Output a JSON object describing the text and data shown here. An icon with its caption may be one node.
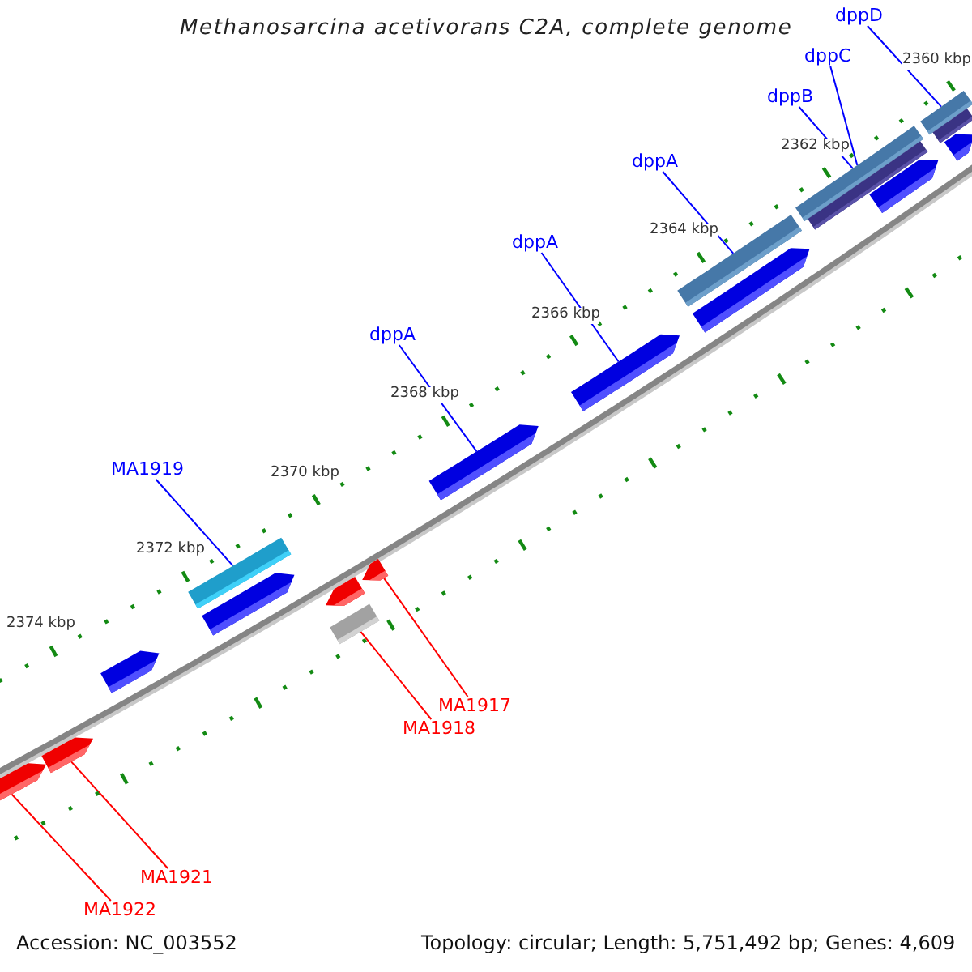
{
  "diagram": {
    "title": "Methanosarcina acetivorans C2A, complete genome",
    "nodes": [
      {
        "text": [
          "dppD"
        ]
      },
      {
        "text": [
          "dppC"
        ]
      },
      {
        "text": [
          "dppB"
        ]
      },
      {
        "text": [
          "dppA"
        ]
      },
      {
        "text": [
          "dppA"
        ]
      },
      {
        "text": [
          "dppA"
        ]
      },
      {
        "text": [
          "MA1919"
        ]
      },
      {
        "text": [
          "MA1917"
        ]
      },
      {
        "text": [
          "MA1918"
        ]
      },
      {
        "text": [
          "MA1921"
        ]
      },
      {
        "text": [
          "MA1922"
        ]
      },
      {
        "text": [],
        "shape": "arrow"
      },
      {
        "text": [],
        "shape": "arrow"
      },
      {
        "text": [],
        "shape": "arrow"
      },
      {
        "text": [],
        "shape": "bar"
      },
      {
        "text": [],
        "shape": "arrow"
      },
      {
        "text": [],
        "shape": "arrow"
      },
      {
        "text": [],
        "shape": "box"
      },
      {
        "text": [],
        "shape": "arrow"
      },
      {
        "text": [],
        "shape": "arrow"
      },
      {
        "text": [],
        "shape": "arrow"
      },
      {
        "text": [],
        "shape": "bar"
      },
      {
        "text": [],
        "shape": "arrow"
      },
      {
        "text": [],
        "shape": "bar"
      },
      {
        "text": [],
        "shape": "bar"
      },
      {
        "text": [],
        "shape": "arrow"
      },
      {
        "text": [],
        "shape": "bar"
      },
      {
        "text": [],
        "shape": "bar"
      },
      {
        "text": [],
        "shape": "arrow"
      }
    ],
    "edges": [
      {
        "from": 0,
        "to": 26,
        "arrow": "none"
      },
      {
        "from": 1,
        "to": 23,
        "arrow": "none"
      },
      {
        "from": 2,
        "to": 24,
        "arrow": "none"
      },
      {
        "from": 3,
        "to": 21,
        "arrow": "none"
      },
      {
        "from": 4,
        "to": 20,
        "arrow": "none"
      },
      {
        "from": 5,
        "to": 19,
        "arrow": "none"
      },
      {
        "from": 6,
        "to": 14,
        "arrow": "none"
      },
      {
        "from": 7,
        "to": 18,
        "arrow": "none",
        "color": "#ff0000"
      },
      {
        "from": 8,
        "to": 17,
        "arrow": "none",
        "color": "#ff0000"
      },
      {
        "from": 9,
        "to": 12,
        "arrow": "none",
        "color": "#ff0000"
      },
      {
        "from": 10,
        "to": 11,
        "arrow": "none",
        "color": "#ff0000"
      }
    ],
    "labels": [
      "2360 kbp",
      "2362 kbp",
      "2364 kbp",
      "2366 kbp",
      "2368 kbp",
      "2370 kbp",
      "2372 kbp",
      "2374 kbp",
      "Accession: NC_003552",
      "Topology: circular; Length: 5,751,492 bp; Genes: 4,609"
    ]
  }
}
